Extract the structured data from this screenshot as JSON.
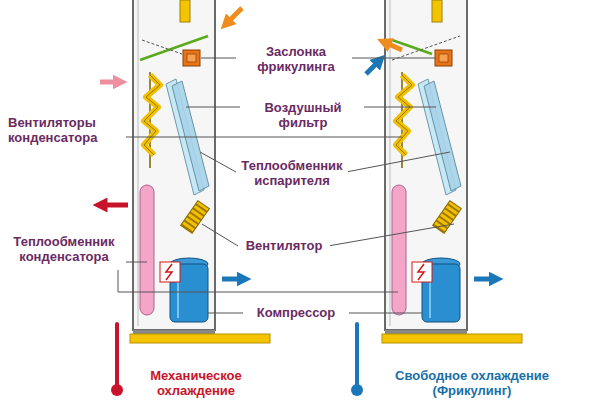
{
  "diagram": {
    "labels": [
      "Заслонка фрикулинга",
      "Воздушный фильтр",
      "Вентиляторы конденсатора",
      "Теплообменник испарителя",
      "Вентилятор",
      "Теплообменник конденсатора",
      "Компрессор",
      "Механическое охлаждение",
      "Свободное охлаждение (Фрикулинг)"
    ]
  }
}
